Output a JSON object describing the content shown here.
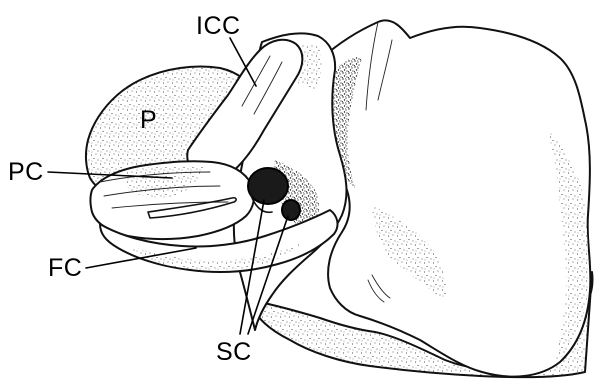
{
  "figure": {
    "labels": {
      "icc": "ICC",
      "p": "P",
      "pc": "PC",
      "fc": "FC",
      "sc": "SC"
    },
    "colors": {
      "ink": "#111111",
      "background": "#ffffff"
    }
  }
}
